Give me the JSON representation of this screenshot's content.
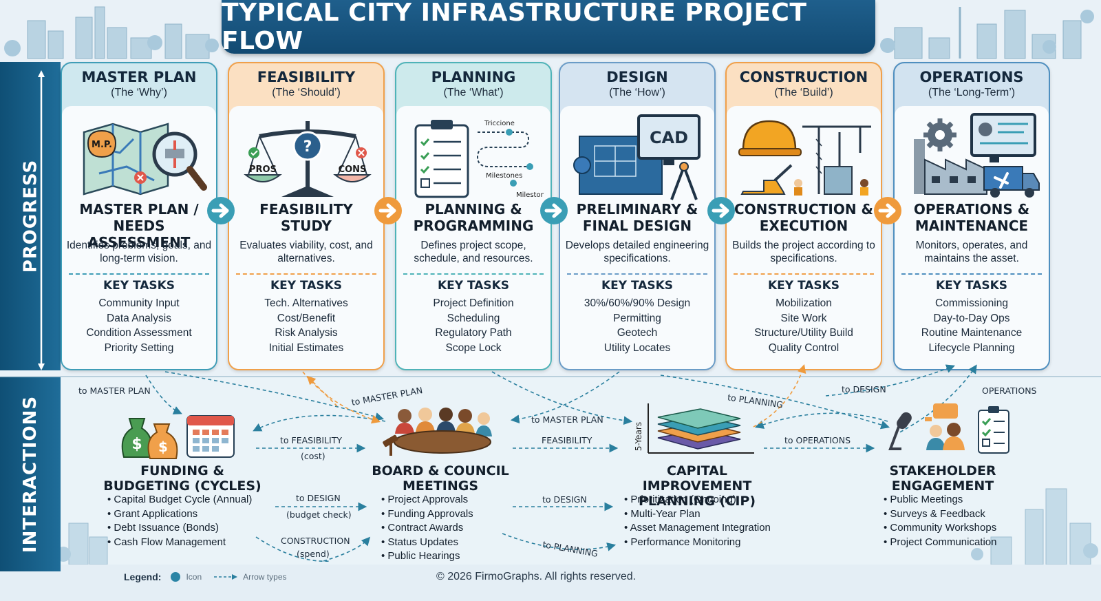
{
  "title": "TYPICAL CITY INFRASTRUCTURE PROJECT FLOW",
  "side_labels": {
    "progress": "PROGRESS",
    "interactions": "INTERACTIONS"
  },
  "key_tasks_heading": "KEY TASKS",
  "stages": [
    {
      "name": "MASTER PLAN",
      "tag": "(The ‘Why’)",
      "step": "MASTER PLAN / NEEDS ASSESSMENT",
      "desc": "Identifies problems, goals, and long-term vision.",
      "tasks": [
        "Community Input",
        "Data Analysis",
        "Condition Assessment",
        "Priority Setting"
      ],
      "icon_text": "M.P.",
      "color": "#3f9db7",
      "head_bg": "#cfe8ef",
      "icon": "map-magnifier-icon"
    },
    {
      "name": "FEASIBILITY",
      "tag": "(The ‘Should’)",
      "step": "FEASIBILITY STUDY",
      "desc": "Evaluates viability, cost, and alternatives.",
      "tasks": [
        "Tech. Alternatives",
        "Cost/Benefit",
        "Risk Analysis",
        "Initial Estimates"
      ],
      "icon_text_left": "PROS",
      "icon_text_right": "CONS",
      "icon_text_mid": "?",
      "color": "#f0a04a",
      "head_bg": "#fbe0c2",
      "icon": "balance-scale-icon"
    },
    {
      "name": "PLANNING",
      "tag": "(The ‘What’)",
      "step": "PLANNING & PROGRAMMING",
      "desc": "Defines project scope, schedule, and resources.",
      "tasks": [
        "Project Definition",
        "Scheduling",
        "Regulatory Path",
        "Scope Lock"
      ],
      "icon_labels": [
        "Triccione",
        "Milestones",
        "Milestone"
      ],
      "color": "#4fb3b8",
      "head_bg": "#cdeaec",
      "icon": "checklist-milestones-icon"
    },
    {
      "name": "DESIGN",
      "tag": "(The ‘How’)",
      "step": "PRELIMINARY & FINAL DESIGN",
      "desc": "Develops detailed engineering specifications.",
      "tasks": [
        "30%/60%/90% Design",
        "Permitting",
        "Geotech",
        "Utility Locates"
      ],
      "icon_text": "CAD",
      "color": "#6a9cc7",
      "head_bg": "#d5e4f1",
      "icon": "cad-blueprint-icon"
    },
    {
      "name": "CONSTRUCTION",
      "tag": "(The ‘Build’)",
      "step": "CONSTRUCTION & EXECUTION",
      "desc": "Builds the project according to specifications.",
      "tasks": [
        "Mobilization",
        "Site Work",
        "Structure/Utility Build",
        "Quality Control"
      ],
      "color": "#f0a04a",
      "head_bg": "#fbe0c2",
      "icon": "hardhat-crane-icon"
    },
    {
      "name": "OPERATIONS",
      "tag": "(The ‘Long-Term’)",
      "step": "OPERATIONS & MAINTENANCE",
      "desc": "Monitors, operates, and maintains the asset.",
      "tasks": [
        "Commissioning",
        "Day-to-Day Ops",
        "Routine Maintenance",
        "Lifecycle Planning"
      ],
      "color": "#4f8fbf",
      "head_bg": "#d2e3f0",
      "icon": "facility-maintenance-icon"
    }
  ],
  "interactions": {
    "funding": {
      "title": "FUNDING & BUDGETING (CYCLES)",
      "items": [
        "Capital Budget Cycle (Annual)",
        "Grant Applications",
        "Debt Issuance (Bonds)",
        "Cash Flow Management"
      ],
      "icon": "money-bags-calendar-icon"
    },
    "board": {
      "title": "BOARD & COUNCIL MEETINGS",
      "items": [
        "Project Approvals",
        "Funding Approvals",
        "Contract Awards",
        "Status Updates",
        "Public Hearings"
      ],
      "icon": "council-meeting-icon"
    },
    "cip": {
      "title": "CAPITAL IMPROVEMENT PLANNING (CIP)",
      "items": [
        "Prioritization (Ongoing)",
        "Multi-Year Plan",
        "Asset Management Integration",
        "Performance Monitoring"
      ],
      "axis_label": "5-Years",
      "icon": "layered-plan-icon"
    },
    "stakeholder": {
      "title": "STAKEHOLDER ENGAGEMENT",
      "items": [
        "Public Meetings",
        "Surveys & Feedback",
        "Community Workshops",
        "Project Communication"
      ],
      "icon": "microphone-people-icon"
    }
  },
  "arrow_labels": {
    "to_master_plan_left": "to MASTER PLAN",
    "to_master_plan_mid": "to MASTER PLAN",
    "to_master_plan_board": "to MASTER PLAN",
    "to_feasibility": "to FEASIBILITY",
    "to_feasibility_sub": "(cost)",
    "feasibility": "FEASIBILITY",
    "to_design_left": "to DESIGN",
    "to_design_left_sub": "(budget check)",
    "construction": "CONSTRUCTION",
    "construction_sub": "(spend)",
    "to_design_mid": "to DESIGN",
    "to_planning_top": "to PLANNING",
    "to_planning_bottom": "to PLANNING",
    "to_operations": "to OPERATIONS",
    "to_design_right": "to DESIGN",
    "operations": "OPERATIONS"
  },
  "legend": {
    "title": "Legend:",
    "icon": "Icon",
    "arrows": "Arrow types"
  },
  "copyright": "© 2026 FirmoGraphs. All rights reserved."
}
